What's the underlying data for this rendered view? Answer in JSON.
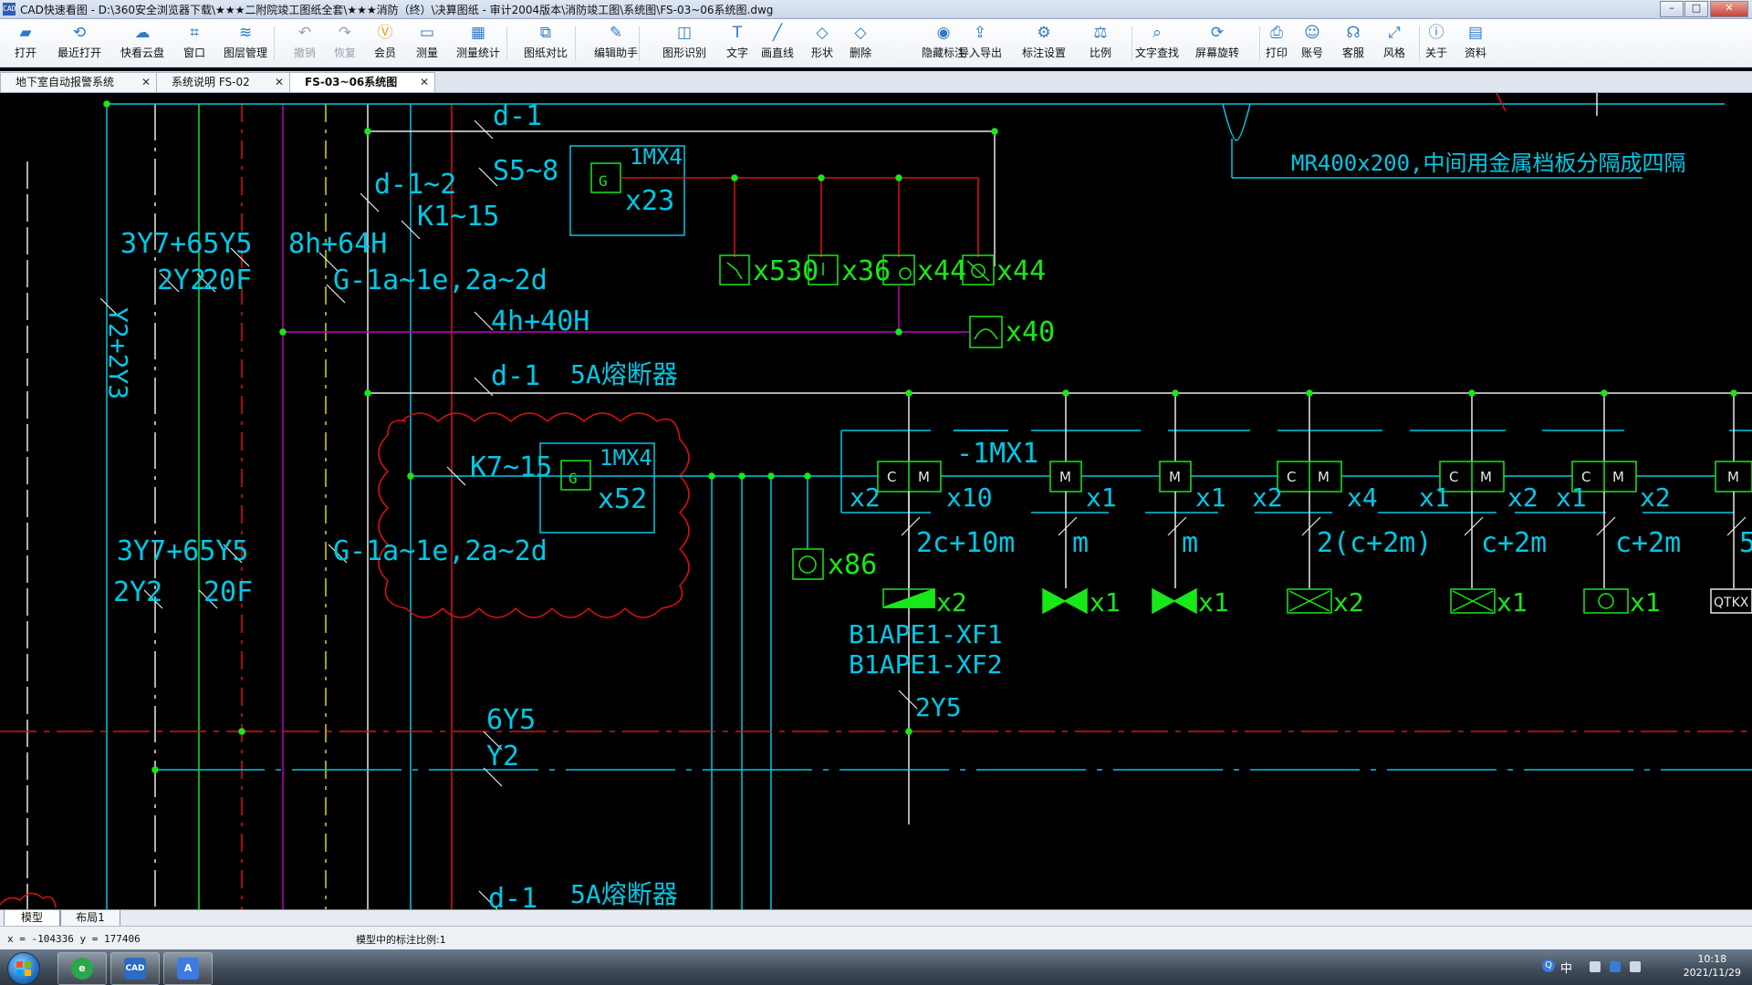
{
  "window": {
    "app_icon": "CAD",
    "title": "CAD快速看图 - D:\\360安全浏览器下载\\★★★二附院竣工图纸全套\\★★★消防（终）\\决算图纸 - 审计2004版本\\消防竣工图\\系统图\\FS-03~06系统图.dwg",
    "controls": {
      "minimize": "–",
      "maximize": "□",
      "close": "✕"
    }
  },
  "toolbar": [
    {
      "id": "open",
      "label": "打开",
      "icon": "folder-open-icon",
      "glyph": "▰"
    },
    {
      "id": "recent",
      "label": "最近打开",
      "icon": "history-icon",
      "glyph": "⟲"
    },
    {
      "id": "cloud",
      "label": "快看云盘",
      "icon": "cloud-icon",
      "glyph": "☁"
    },
    {
      "id": "window",
      "label": "窗口",
      "icon": "window-icon",
      "glyph": "⌗"
    },
    {
      "id": "layers",
      "label": "图层管理",
      "icon": "layers-icon",
      "glyph": "≋"
    },
    {
      "id": "undo",
      "label": "撤销",
      "icon": "undo-icon",
      "glyph": "↶",
      "disabled": true
    },
    {
      "id": "redo",
      "label": "恢复",
      "icon": "redo-icon",
      "glyph": "↷",
      "disabled": true
    },
    {
      "id": "vip",
      "label": "会员",
      "icon": "vip-icon",
      "glyph": "Ⓥ",
      "vip": true
    },
    {
      "id": "measure",
      "label": "测量",
      "icon": "ruler-icon",
      "glyph": "▭"
    },
    {
      "id": "measure-stats",
      "label": "测量统计",
      "icon": "measure-stats-icon",
      "glyph": "▦"
    },
    {
      "id": "compare",
      "label": "图纸对比",
      "icon": "compare-icon",
      "glyph": "⧉"
    },
    {
      "id": "edit-assist",
      "label": "编辑助手",
      "icon": "edit-assistant-icon",
      "glyph": "✎"
    },
    {
      "id": "shape-recog",
      "label": "图形识别",
      "icon": "shape-recognize-icon",
      "glyph": "◫"
    },
    {
      "id": "text",
      "label": "文字",
      "icon": "text-icon",
      "glyph": "T"
    },
    {
      "id": "line",
      "label": "画直线",
      "icon": "line-icon",
      "glyph": "╱"
    },
    {
      "id": "shape",
      "label": "形状",
      "icon": "shape-icon",
      "glyph": "◇"
    },
    {
      "id": "erase",
      "label": "删除",
      "icon": "eraser-icon",
      "glyph": "◇"
    },
    {
      "id": "hide-annot",
      "label": "隐藏标注",
      "icon": "eye-hide-icon",
      "glyph": "◉"
    },
    {
      "id": "import-export",
      "label": "导入导出",
      "icon": "import-export-icon",
      "glyph": "⇪"
    },
    {
      "id": "annot-settings",
      "label": "标注设置",
      "icon": "annotation-settings-icon",
      "glyph": "⚙"
    },
    {
      "id": "scale",
      "label": "比例",
      "icon": "scale-icon",
      "glyph": "⚖"
    },
    {
      "id": "text-search",
      "label": "文字查找",
      "icon": "text-search-icon",
      "glyph": "⌕"
    },
    {
      "id": "rotate",
      "label": "屏幕旋转",
      "icon": "rotate-screen-icon",
      "glyph": "⟳"
    },
    {
      "id": "print",
      "label": "打印",
      "icon": "printer-icon",
      "glyph": "⎙"
    },
    {
      "id": "account",
      "label": "账号",
      "icon": "user-icon",
      "glyph": "☺"
    },
    {
      "id": "service",
      "label": "客服",
      "icon": "headset-icon",
      "glyph": "☊"
    },
    {
      "id": "style",
      "label": "风格",
      "icon": "style-icon",
      "glyph": "⤢"
    },
    {
      "id": "about",
      "label": "关于",
      "icon": "info-icon",
      "glyph": "ⓘ"
    },
    {
      "id": "material",
      "label": "资料",
      "icon": "materials-icon",
      "glyph": "▤"
    }
  ],
  "tabs": [
    {
      "label": "地下室自动报警系统",
      "close": "✕",
      "active": false
    },
    {
      "label": "系统说明 FS-02",
      "close": "✕",
      "active": false
    },
    {
      "label": "FS-03~06系统图",
      "close": "✕",
      "active": true
    }
  ],
  "drawing": {
    "texts": {
      "d1_top": "d-1",
      "s5_8": "S5~8",
      "d1_2": "d-1~2",
      "k1_15": "K1~15",
      "mx4_a": "1MX4",
      "x23": "x23",
      "g_a": "G",
      "y7_a": "3Y7+65Y5",
      "y2_20f_a1": "2Y2",
      "y2_20f_a2": "20F",
      "h8": "8h+64H",
      "g1a_a": "G-1a~1e,2a~2d",
      "y2_2y3": "Y2+2Y3",
      "x530": "x530",
      "x36": "x36",
      "x44_a": "x44",
      "x44_b": "x44",
      "h4": "4h+40H",
      "x40": "x40",
      "d1_mid": "d-1",
      "fuse_a": "5A熔断器",
      "k7_15": "K7~15",
      "g_b": "G",
      "mx4_b": "1MX4",
      "x52": "x52",
      "y7_b": "3Y7+65Y5",
      "y2_b1": "2Y2",
      "y2_b2": "20F",
      "g1a_b": "G-1a~1e,2a~2d",
      "x86": "x86",
      "mr400": "MR400x200,中间用金属档板分隔成四隔",
      "mx1": "-1MX1",
      "y6": "6Y5",
      "y2_low": "Y2",
      "fuse_b": "5A熔断器",
      "d1_bottom": "d-1",
      "b1ape1": "B1APE1-XF1",
      "b1ape2": "B1APE1-XF2",
      "y2y5": "2Y5",
      "c_label": "C",
      "m_label": "M",
      "cm1_left": "x2",
      "cm1_right": "x10",
      "m2_right": "x1",
      "m3_right": "x1",
      "cm4_left": "x2",
      "cm4_right": "x4",
      "cm5_left": "x1",
      "cm5_right": "x2",
      "cm6_left": "x1",
      "cm6_right": "x2",
      "wire1": "2c+10m",
      "wire2": "m",
      "wire3": "m",
      "wire4": "2(c+2m)",
      "wire5": "c+2m",
      "wire6": "c+2m",
      "wire7": "5",
      "dev1_count": "x2",
      "dev2_count": "x1",
      "dev3_count": "x1",
      "dev4_count": "x2",
      "dev5_count": "x1",
      "dev6_count": "x1",
      "qtkx": "QTKX"
    },
    "colors": {
      "cyan": "#00c8e6",
      "green": "#18e818",
      "red": "#e01010",
      "white": "#e8e8e8",
      "magenta": "#c000c0",
      "yellow": "#d8d800"
    }
  },
  "layout_tabs": [
    {
      "label": "模型",
      "active": true
    },
    {
      "label": "布局1",
      "active": false
    }
  ],
  "status": {
    "coords": "x = -104336 y = 177406",
    "scale": "模型中的标注比例:1"
  },
  "taskbar": {
    "apps": [
      {
        "name": "browser",
        "glyph": "e",
        "color": "#2aa84a"
      },
      {
        "name": "cad-viewer",
        "glyph": "CAD",
        "color": "#2b6cc4"
      },
      {
        "name": "app-a",
        "glyph": "A",
        "color": "#3d7be0"
      }
    ],
    "ime": "中",
    "time": "10:18",
    "date": "2021/11/29"
  }
}
